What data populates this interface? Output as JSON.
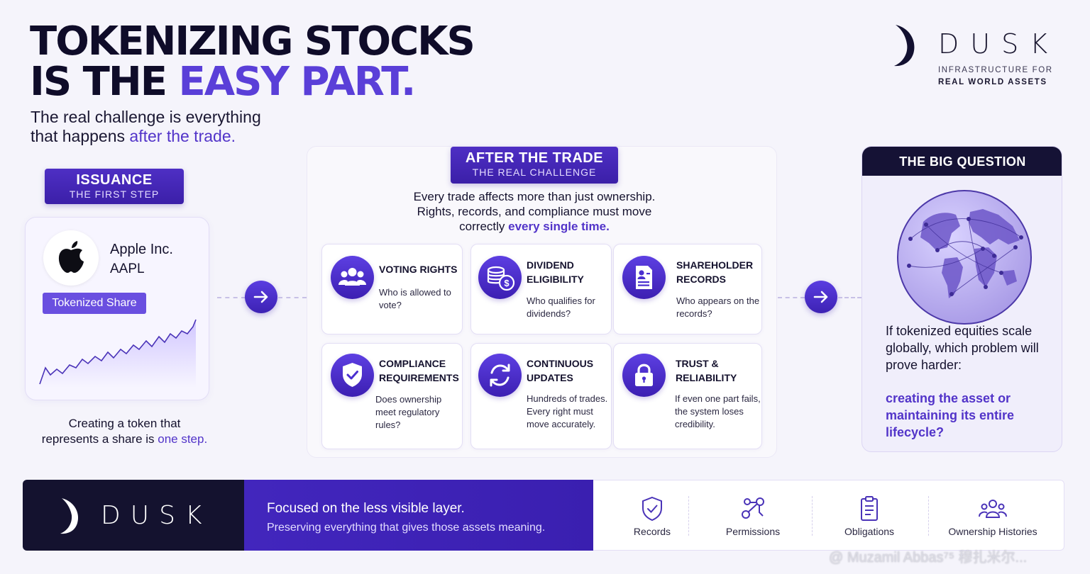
{
  "header": {
    "headline_line1": "TOKENIZING STOCKS",
    "headline_line2_prefix": "IS THE ",
    "headline_line2_accent": "EASY PART.",
    "subhead_line1": "The real challenge is everything",
    "subhead_line2_prefix": "that happens ",
    "subhead_line2_accent": "after the trade."
  },
  "brand": {
    "wordmark": "DUSK",
    "tagline_line1": "INFRASTRUCTURE FOR",
    "tagline_line2": "REAL WORLD ASSETS",
    "logo_icon": "crescent-moon-icon"
  },
  "issuance": {
    "title": "ISSUANCE",
    "subtitle": "THE FIRST STEP",
    "company": "Apple Inc.",
    "ticker": "AAPL",
    "badge": "Tokenized Share",
    "logo_icon": "apple-logo-icon",
    "caption_line1": "Creating a token that",
    "caption_line2_prefix": "represents a share is ",
    "caption_line2_accent": "one step."
  },
  "after_trade": {
    "title": "AFTER THE TRADE",
    "subtitle": "THE REAL CHALLENGE",
    "intro_line1": "Every trade affects more than just ownership.",
    "intro_line2": "Rights, records, and compliance must move",
    "intro_line3_prefix": "correctly ",
    "intro_line3_accent": "every single time.",
    "features": [
      {
        "icon": "people-group-icon",
        "title": "VOTING RIGHTS",
        "desc": "Who is allowed to vote?"
      },
      {
        "icon": "coins-dollar-icon",
        "title": "DIVIDEND ELIGIBILITY",
        "desc": "Who qualifies for dividends?"
      },
      {
        "icon": "document-person-icon",
        "title": "SHAREHOLDER RECORDS",
        "desc": "Who appears on the records?"
      },
      {
        "icon": "shield-check-icon",
        "title": "COMPLIANCE REQUIREMENTS",
        "desc": "Does ownership meet regulatory rules?"
      },
      {
        "icon": "sync-arrows-icon",
        "title": "CONTINUOUS UPDATES",
        "desc": "Hundreds of trades. Every right must move accurately."
      },
      {
        "icon": "padlock-icon",
        "title": "TRUST & RELIABILITY",
        "desc": "If even one part fails, the system loses credibility."
      }
    ]
  },
  "big_question": {
    "title": "THE BIG QUESTION",
    "globe_icon": "network-globe-icon",
    "text": "If tokenized equities scale globally, which problem will prove harder:",
    "highlight": "creating the asset or maintaining its entire lifecycle?"
  },
  "footer": {
    "wordmark": "DUSK",
    "line1": "Focused on the less visible layer.",
    "line2": "Preserving everything that gives those assets meaning.",
    "items": [
      {
        "icon": "shield-check-outline-icon",
        "label": "Records"
      },
      {
        "icon": "nodes-key-icon",
        "label": "Permissions"
      },
      {
        "icon": "clipboard-list-icon",
        "label": "Obligations"
      },
      {
        "icon": "users-group-outline-icon",
        "label": "Ownership Histories"
      }
    ]
  },
  "watermark": "@ Muzamil Abbas⁷⁵ 穆扎米尔..."
}
